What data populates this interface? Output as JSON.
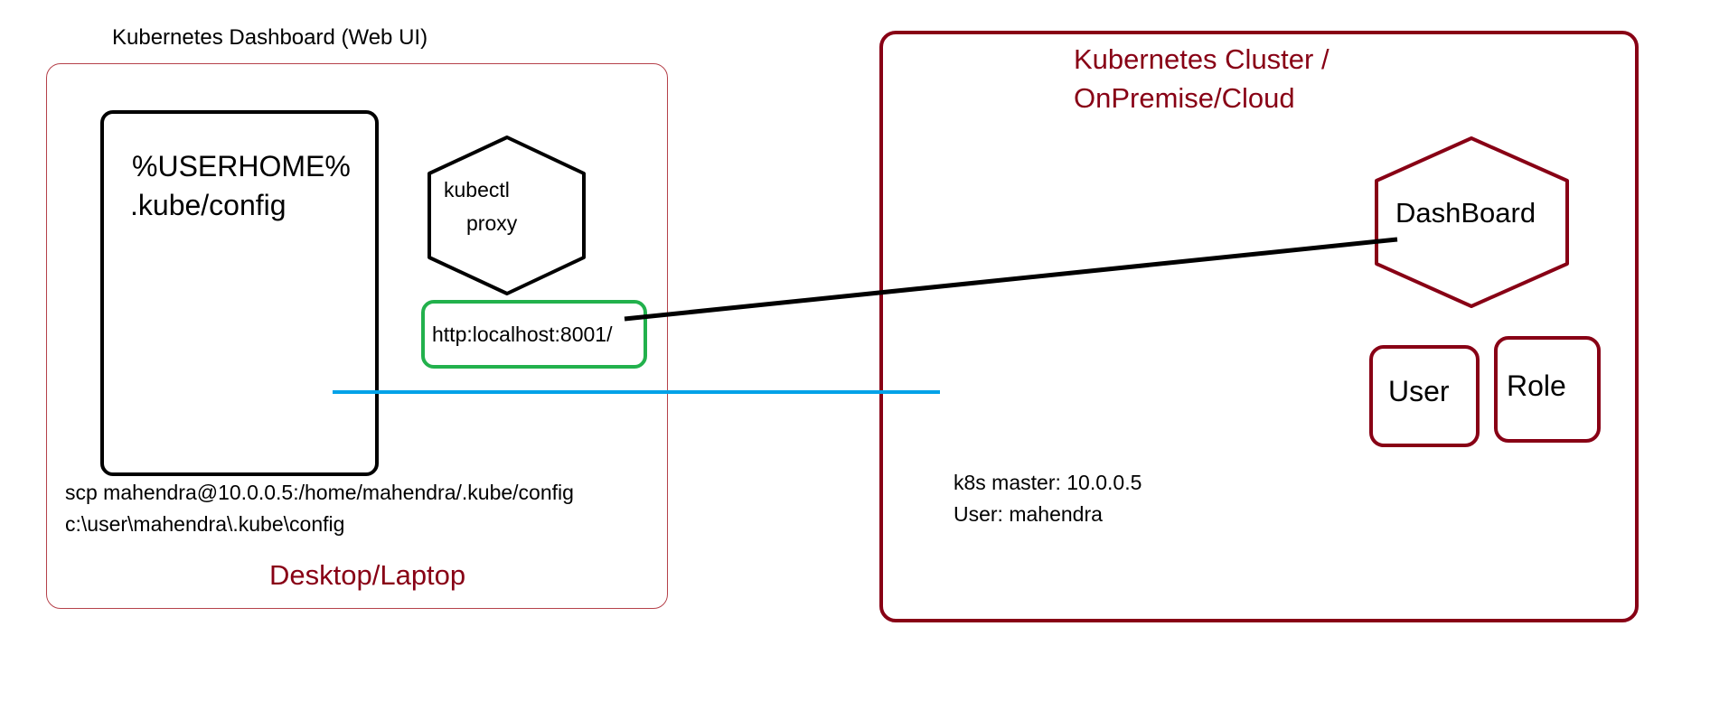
{
  "diagram": {
    "top_title": "Kubernetes Dashboard (Web UI)",
    "desktop": {
      "config_path_line1": "%USERHOME%",
      "config_path_line2": ".kube/config",
      "kubectl_line1": "kubectl",
      "kubectl_line2": "proxy",
      "proxy_url": "http:localhost:8001/",
      "scp_line1": "scp mahendra@10.0.0.5:/home/mahendra/.kube/config",
      "scp_line2": "c:\\user\\mahendra\\.kube\\config",
      "label": "Desktop/Laptop"
    },
    "cluster": {
      "title_line1": "Kubernetes Cluster /",
      "title_line2": "OnPremise/Cloud",
      "dashboard_label": "DashBoard",
      "user_label": "User",
      "role_label": "Role",
      "master_line1": "k8s master: 10.0.0.5",
      "master_line2": "User:  mahendra"
    },
    "colors": {
      "desktop_border": "#b5414a",
      "cluster_accent": "#880015",
      "proxy_border": "#22b14c",
      "network_line": "#00a2e8",
      "connector_line": "#000000"
    }
  }
}
